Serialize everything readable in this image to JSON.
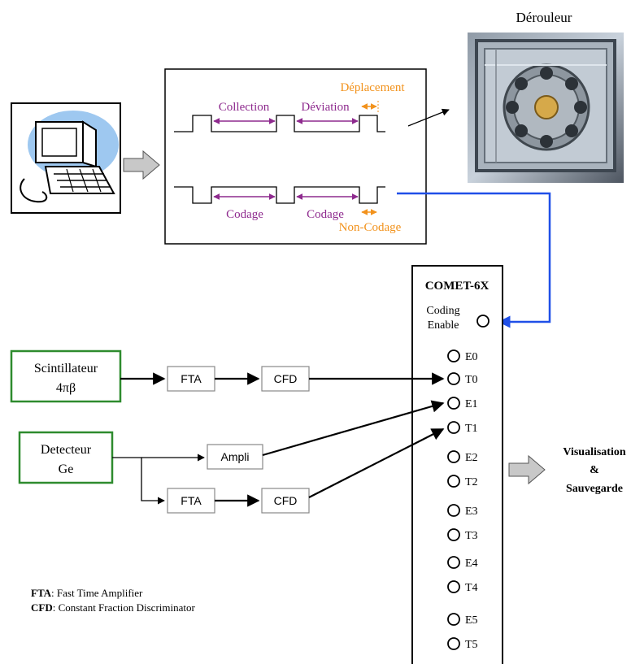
{
  "deroulement": {
    "title": "Dérouleur"
  },
  "timing": {
    "collection": "Collection",
    "deviation": "Déviation",
    "deplacement": "Déplacement",
    "codage_1": "Codage",
    "codage_2": "Codage",
    "non_codage": "Non-Codage"
  },
  "comet": {
    "title": "COMET-6X",
    "coding_enable_1": "Coding",
    "coding_enable_2": "Enable",
    "channels": [
      "E0",
      "T0",
      "E1",
      "T1",
      "E2",
      "T2",
      "E3",
      "T3",
      "E4",
      "T4",
      "E5",
      "T5"
    ]
  },
  "scintillateur": {
    "line1": "Scintillateur",
    "line2": "4πβ"
  },
  "detecteur": {
    "line1": "Detecteur",
    "line2": "Ge"
  },
  "blocks": {
    "fta_1": "FTA",
    "cfd_1": "CFD",
    "ampli": "Ampli",
    "fta_2": "FTA",
    "cfd_2": "CFD"
  },
  "output": {
    "line1": "Visualisation",
    "line2": "&",
    "line3": "Sauvegarde"
  },
  "legend": {
    "fta_key": "FTA",
    "fta_desc": ": Fast Time Amplifier",
    "cfd_key": "CFD",
    "cfd_desc": ": Constant Fraction Discriminator"
  },
  "colors": {
    "purple": "#8e2a8e",
    "orange": "#f2921c",
    "green": "#2e8b2e",
    "blue": "#1f4fe8",
    "gray_arrow": "#c8c8c8"
  }
}
